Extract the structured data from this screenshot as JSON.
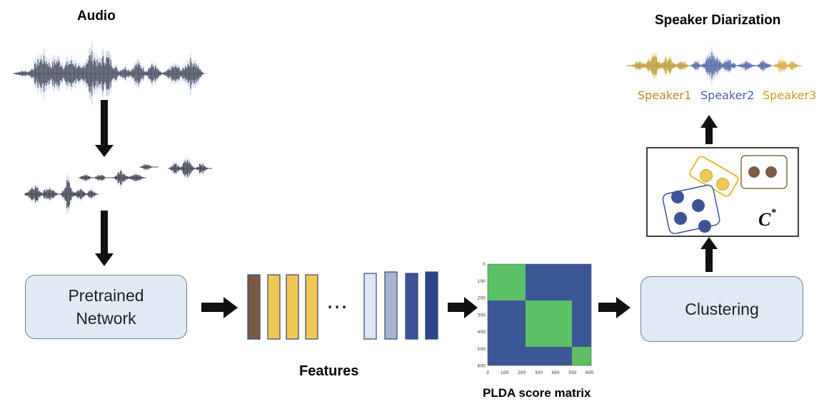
{
  "labels": {
    "audio": "Audio",
    "speaker_diarization": "Speaker Diarization",
    "features": "Features",
    "plda": "PLDA score matrix",
    "ellipsis": "…",
    "c_star": "C*"
  },
  "boxes": {
    "pretrained_line1": "Pretrained",
    "pretrained_line2": "Network",
    "clustering": "Clustering"
  },
  "speakers": [
    {
      "name": "Speaker1",
      "color": "#b58b2a"
    },
    {
      "name": "Speaker2",
      "color": "#4a5fa8"
    },
    {
      "name": "Speaker3",
      "color": "#d4a82a"
    }
  ],
  "matrix": {
    "x_ticks": [
      "0",
      "100",
      "200",
      "300",
      "400",
      "500",
      "600"
    ],
    "y_ticks": [
      "0",
      "100",
      "200",
      "300",
      "400",
      "500",
      "600"
    ],
    "colors": {
      "on": "#5cc066",
      "off": "#3b5795"
    }
  },
  "feature_colors": [
    "#7d5a45",
    "#f2c855",
    "#f2c855",
    "#f2c855",
    "#dde6f2",
    "#a8b3cf",
    "#3c5398",
    "#2c4687"
  ]
}
